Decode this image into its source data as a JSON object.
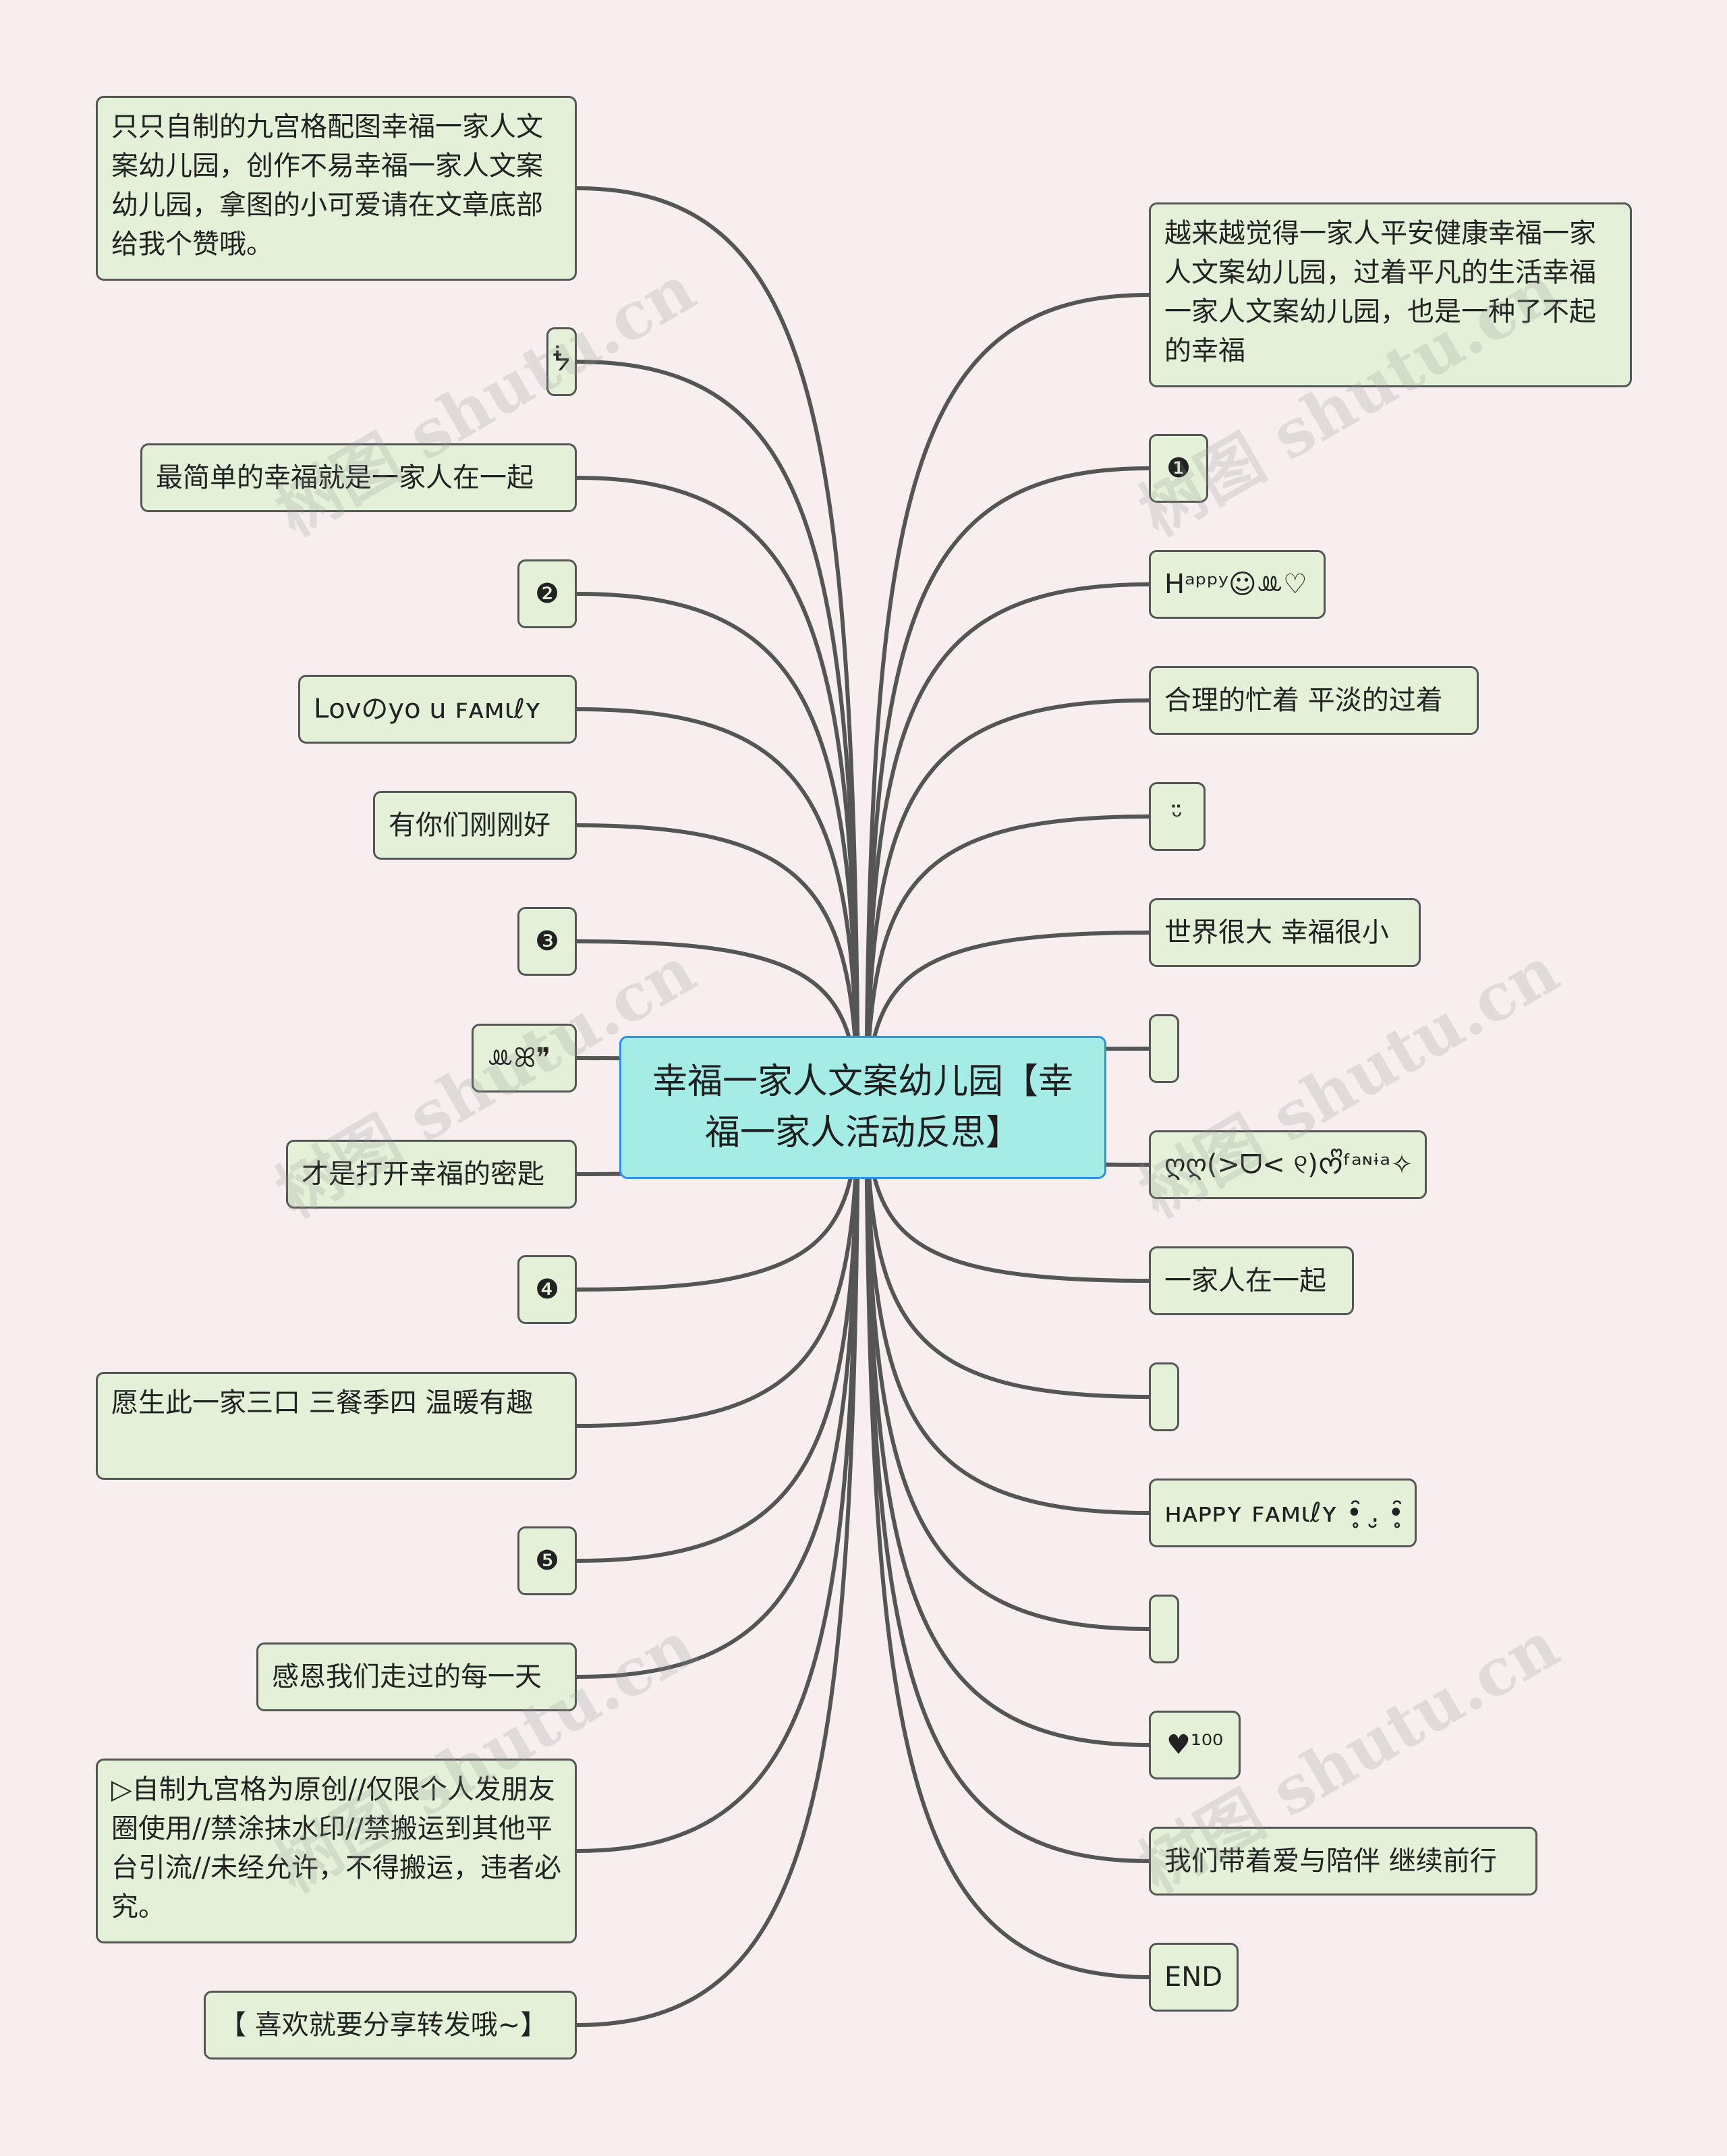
{
  "central_topic": "幸福一家人文案幼儿园【幸福一家人活动反思】",
  "watermark": "树图 shutu.cn",
  "colors": {
    "background": "#f7eeef",
    "node_fill": "#e2f1d7",
    "node_border": "#555555",
    "center_fill": "#a6ece6",
    "center_border": "#2f8fe0",
    "edge": "#555555"
  },
  "left_branches": [
    {
      "text": "只只自制的九宫格配图幸福一家人文案幼儿园，创作不易幸福一家人文案幼儿园，拿图的小可爱请在文章底部给我个赞哦。"
    },
    {
      "text": "ᖭ"
    },
    {
      "text": "最简单的幸福就是一家人在一起"
    },
    {
      "text": "❷"
    },
    {
      "text": "ᒪovのyo u ꜰᴀᴍιℓʏ"
    },
    {
      "text": "有你们刚刚好"
    },
    {
      "text": "❸"
    },
    {
      "text": "ꔛꕤ❞"
    },
    {
      "text": "才是打开幸福的密匙"
    },
    {
      "text": "❹"
    },
    {
      "text": "愿生此一家三口 三餐季四 温暖有趣"
    },
    {
      "text": "❺"
    },
    {
      "text": "感恩我们走过的每一天"
    },
    {
      "text": "▷自制九宫格为原创//仅限个人发朋友圈使用//禁涂抹水印//禁搬运到其他平台引流//未经允许，不得搬运，违者必究。"
    },
    {
      "text": "【 喜欢就要分享转发哦~】"
    }
  ],
  "right_branches": [
    {
      "text": "越来越觉得一家人平安健康幸福一家人文案幼儿园，过着平凡的生活幸福一家人文案幼儿园，也是一种了不起的幸福"
    },
    {
      "text": "❶"
    },
    {
      "text": "Hᵃᵖᵖʸ☺ꔛ♡"
    },
    {
      "text": "合理的忙着 平淡的过着"
    },
    {
      "text": "ᵕ̈"
    },
    {
      "text": "世界很大 幸福很小"
    },
    {
      "text": ""
    },
    {
      "text": "ღღ(>ᗜ< ୧)ᰔᩚᶠᵃᶰᶤᵃ✧"
    },
    {
      "text": "一家人在一起"
    },
    {
      "text": ""
    },
    {
      "text": "ʜᴀᴘᴘʏ ꜰᴀᴍιℓʏ •̥̑ .̮ •̥̑"
    },
    {
      "text": ""
    },
    {
      "text": "♥¹⁰⁰"
    },
    {
      "text": "我们带着爱与陪伴 继续前行"
    },
    {
      "text": "END"
    }
  ]
}
